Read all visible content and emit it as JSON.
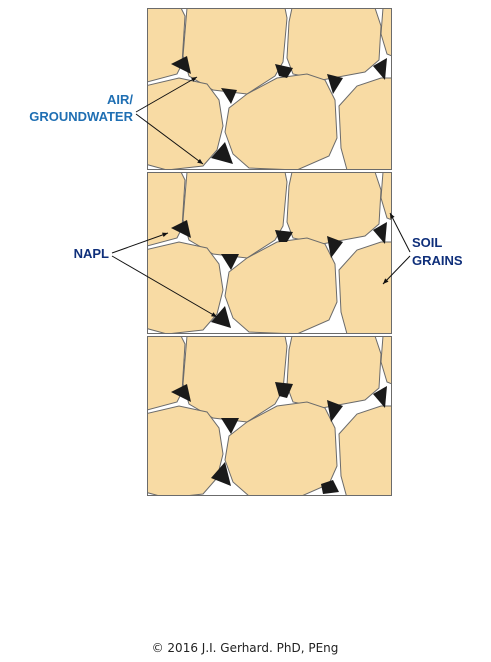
{
  "labels": {
    "air_line1": "AIR/",
    "air_line2": "GROUNDWATER",
    "napl": "NAPL",
    "soil_line1": "SOIL",
    "soil_line2": "GRAINS"
  },
  "copyright": "© 2016 J.I. Gerhard.  PhD, PEng",
  "colors": {
    "grain_fill": "#F8DBA4",
    "grain_stroke": "#6b6b6b",
    "napl_fill": "#1a1a1a",
    "air_label": "#1f6fb3",
    "napl_label": "#0f2f7a",
    "soil_label": "#0f2f7a"
  },
  "panels": [
    {
      "name": "panel-top",
      "stage": "top"
    },
    {
      "name": "panel-middle",
      "stage": "middle"
    },
    {
      "name": "panel-bottom",
      "stage": "bottom"
    }
  ]
}
